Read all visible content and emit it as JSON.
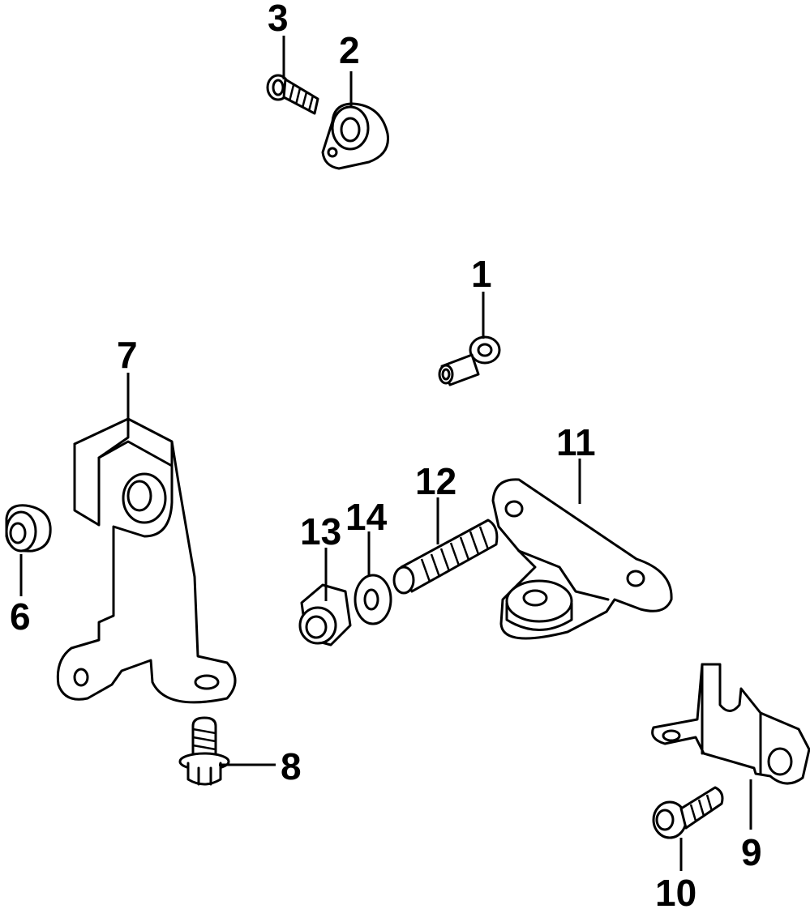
{
  "diagram": {
    "callouts": [
      {
        "id": "c1",
        "text": "1"
      },
      {
        "id": "c2",
        "text": "2"
      },
      {
        "id": "c3",
        "text": "3"
      },
      {
        "id": "c6",
        "text": "6"
      },
      {
        "id": "c7",
        "text": "7"
      },
      {
        "id": "c8",
        "text": "8"
      },
      {
        "id": "c9",
        "text": "9"
      },
      {
        "id": "c10",
        "text": "10"
      },
      {
        "id": "c11",
        "text": "11"
      },
      {
        "id": "c12",
        "text": "12"
      },
      {
        "id": "c13",
        "text": "13"
      },
      {
        "id": "c14",
        "text": "14"
      }
    ]
  }
}
